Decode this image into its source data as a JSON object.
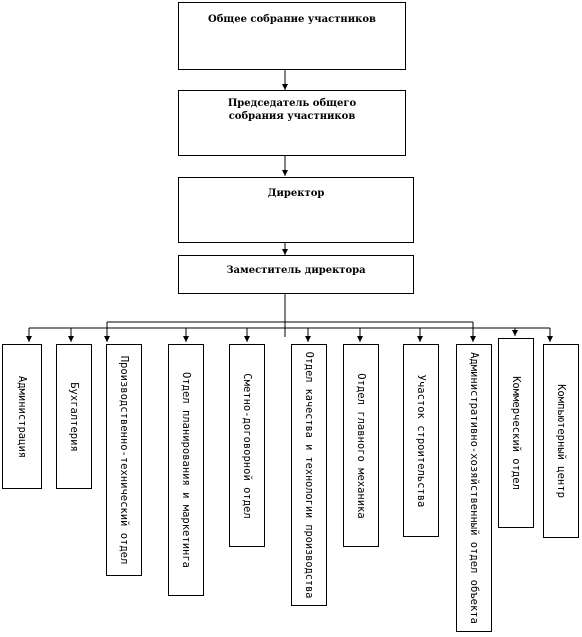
{
  "diagram": {
    "top_boxes": [
      {
        "label": "Общее собрание участников"
      },
      {
        "label": "Председатель общего собрания участников"
      },
      {
        "label": "Директор"
      },
      {
        "label": "Заместитель директора"
      }
    ],
    "departments": [
      {
        "label": "Администрация"
      },
      {
        "label": "Бухгалтерия"
      },
      {
        "label": "Производственно-технический отдел"
      },
      {
        "label": "Отдел планирования и маркетинга"
      },
      {
        "label": "Сметно-договорной отдел"
      },
      {
        "label": "Отдел качества и технологии производства"
      },
      {
        "label": "Отдел главного механика"
      },
      {
        "label": "Участок строительства"
      },
      {
        "label": "Административно-хозяйственный отдел объекта"
      },
      {
        "label": "Коммерческий отдел"
      },
      {
        "label": "Компьютерный центр"
      }
    ]
  }
}
